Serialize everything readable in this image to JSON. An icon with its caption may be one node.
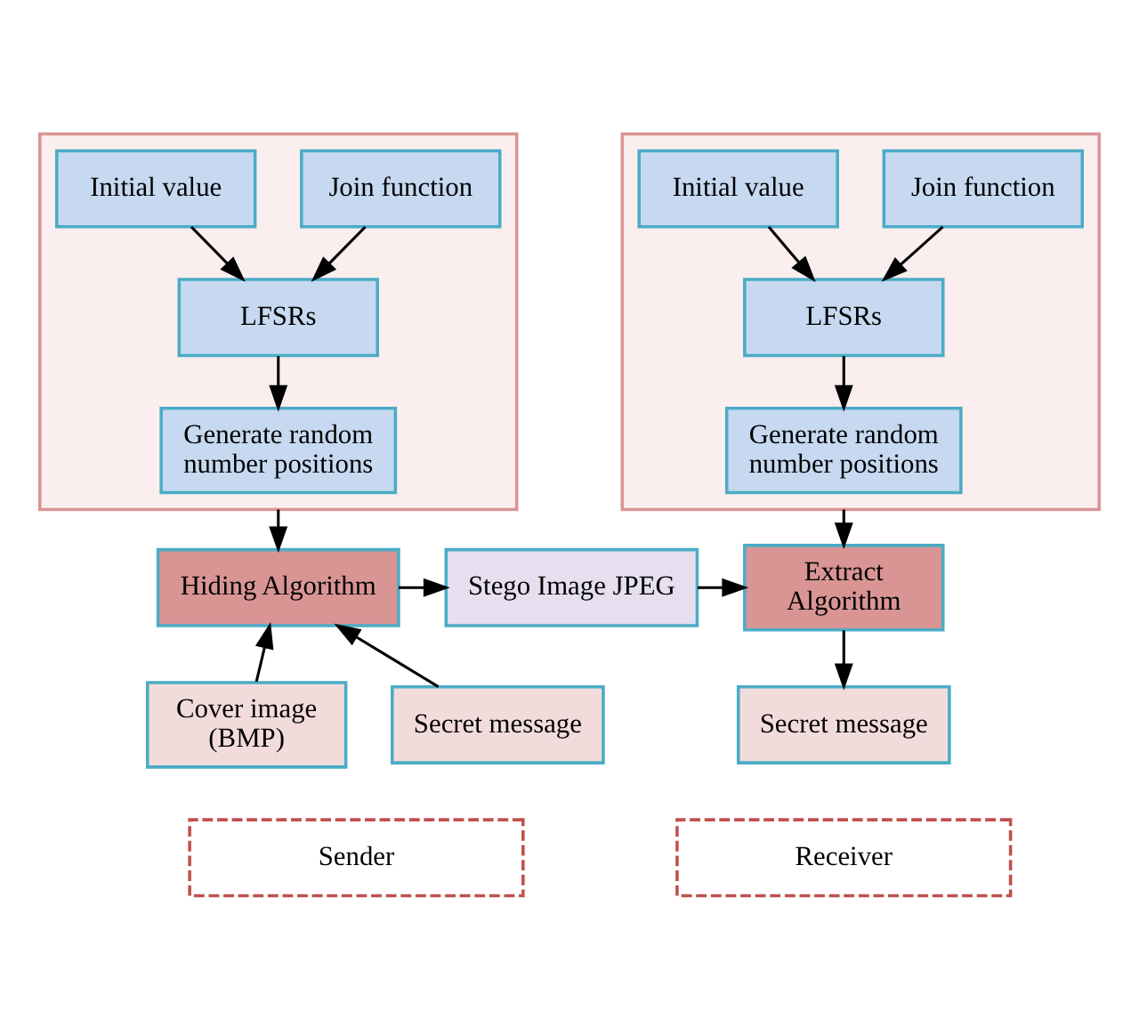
{
  "diagram": {
    "nodes": [
      {
        "text": [],
        "shape": "box"
      },
      {
        "text": [
          "Initial value"
        ],
        "in": 0
      },
      {
        "text": [
          "Join function"
        ],
        "in": 0
      },
      {
        "text": [
          "LFSRs"
        ],
        "in": 0
      },
      {
        "text": [
          "Generate random number positions"
        ],
        "in": 0
      },
      {
        "text": [
          "Hiding Algorithm"
        ]
      },
      {
        "text": [
          "Stego Image JPEG"
        ]
      },
      {
        "text": [
          "Cover image (BMP)"
        ]
      },
      {
        "text": [
          "Secret message"
        ]
      },
      {
        "text": [
          "Sender"
        ]
      },
      {
        "text": [],
        "shape": "box"
      },
      {
        "text": [
          "Initial value"
        ],
        "in": 10
      },
      {
        "text": [
          "Join function"
        ],
        "in": 10
      },
      {
        "text": [
          "LFSRs"
        ],
        "in": 10
      },
      {
        "text": [
          "Generate random number positions"
        ],
        "in": 10
      },
      {
        "text": [
          "Extract Algorithm"
        ]
      },
      {
        "text": [
          "Secret message"
        ]
      },
      {
        "text": [
          "Receiver"
        ]
      }
    ],
    "edges": [
      {
        "from": 1,
        "to": 3,
        "arrow": "to"
      },
      {
        "from": 2,
        "to": 3,
        "arrow": "to"
      },
      {
        "from": 3,
        "to": 4,
        "arrow": "to"
      },
      {
        "from": 0,
        "to": 5,
        "arrow": "to"
      },
      {
        "from": 7,
        "to": 5,
        "arrow": "to"
      },
      {
        "from": 8,
        "to": 5,
        "arrow": "to"
      },
      {
        "from": 5,
        "to": 6,
        "arrow": "to"
      },
      {
        "from": 6,
        "to": 15,
        "arrow": "to"
      },
      {
        "from": 11,
        "to": 13,
        "arrow": "to"
      },
      {
        "from": 12,
        "to": 13,
        "arrow": "to"
      },
      {
        "from": 13,
        "to": 14,
        "arrow": "to"
      },
      {
        "from": 10,
        "to": 15,
        "arrow": "to"
      },
      {
        "from": 15,
        "to": 16,
        "arrow": "to"
      }
    ]
  }
}
